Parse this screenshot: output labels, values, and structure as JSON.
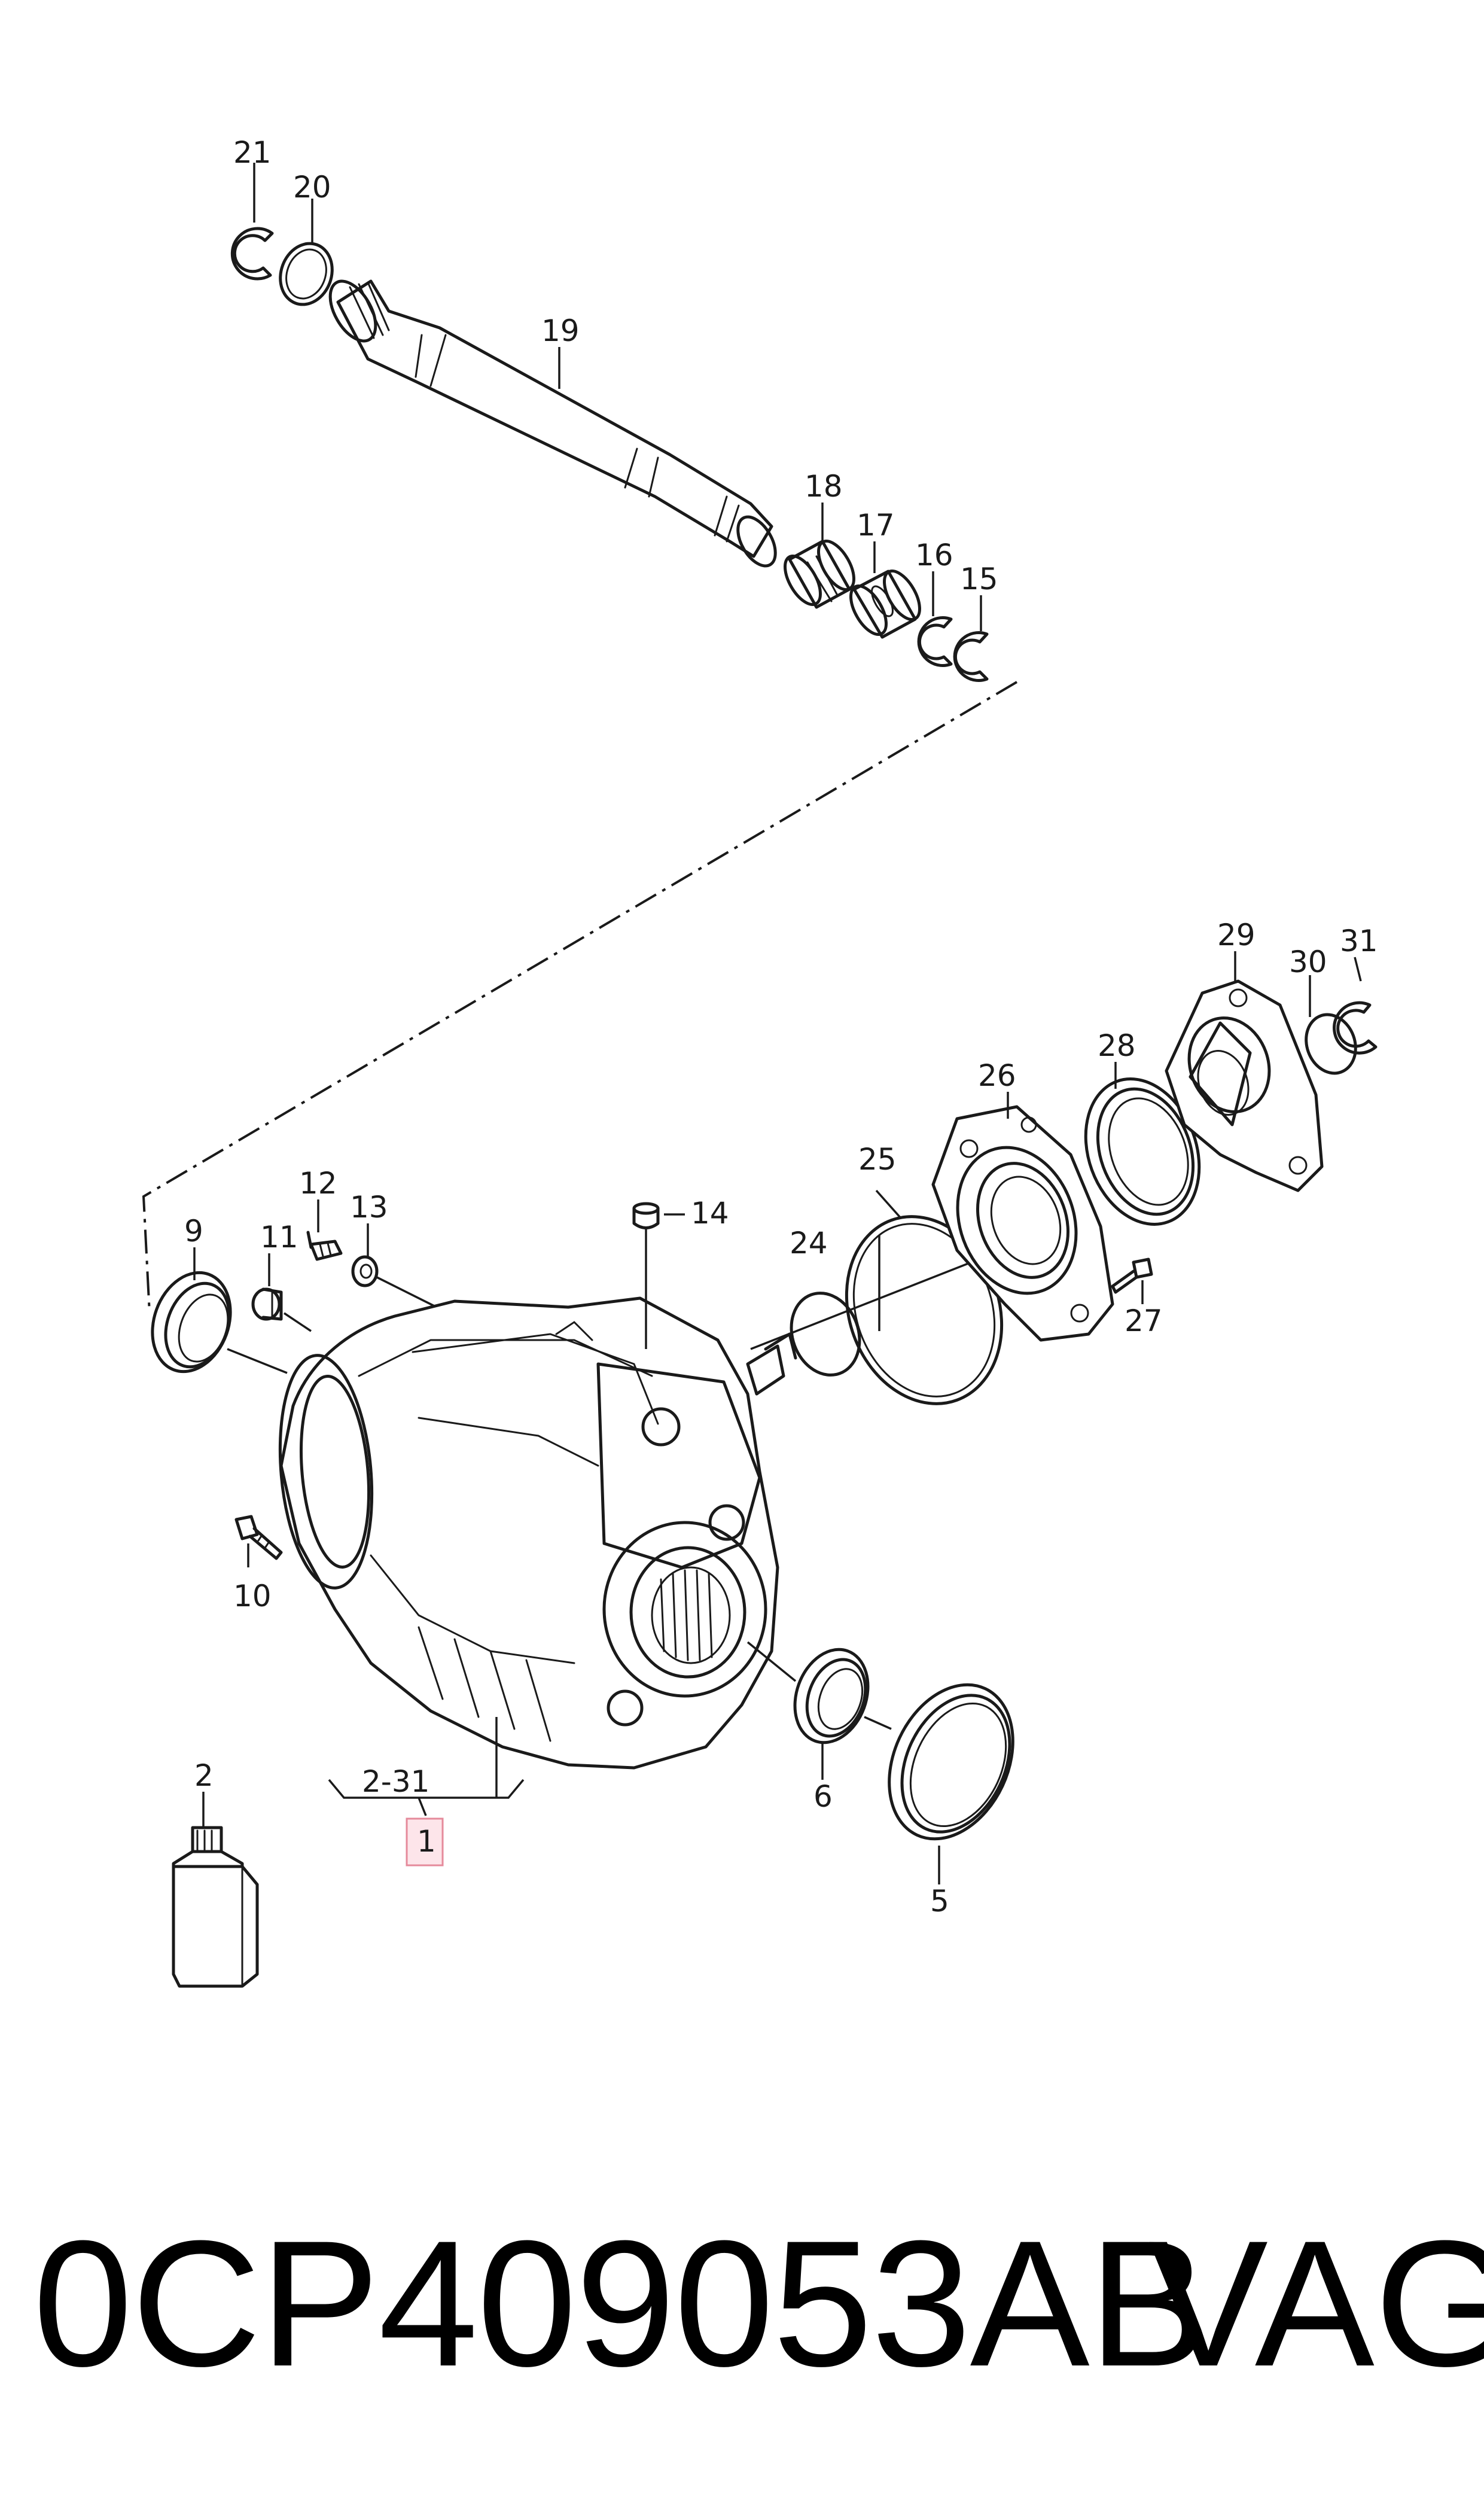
{
  "callouts": {
    "c1": "1",
    "c2": "2",
    "c5": "5",
    "c6": "6",
    "c9": "9",
    "c10": "10",
    "c11": "11",
    "c12": "12",
    "c13": "13",
    "c14": "14",
    "c15": "15",
    "c16": "16",
    "c17": "17",
    "c18": "18",
    "c19": "19",
    "c20": "20",
    "c21": "21",
    "c24": "24",
    "c25": "25",
    "c26": "26",
    "c27": "27",
    "c28": "28",
    "c29": "29",
    "c30": "30",
    "c31": "31",
    "range": "2-31"
  },
  "footer": {
    "part_number": "0CP409053AB",
    "brand": "VAG"
  },
  "colors": {
    "line": "#1a1a1a",
    "highlight_fill": "#fde5ea",
    "highlight_stroke": "#e58a9b"
  }
}
